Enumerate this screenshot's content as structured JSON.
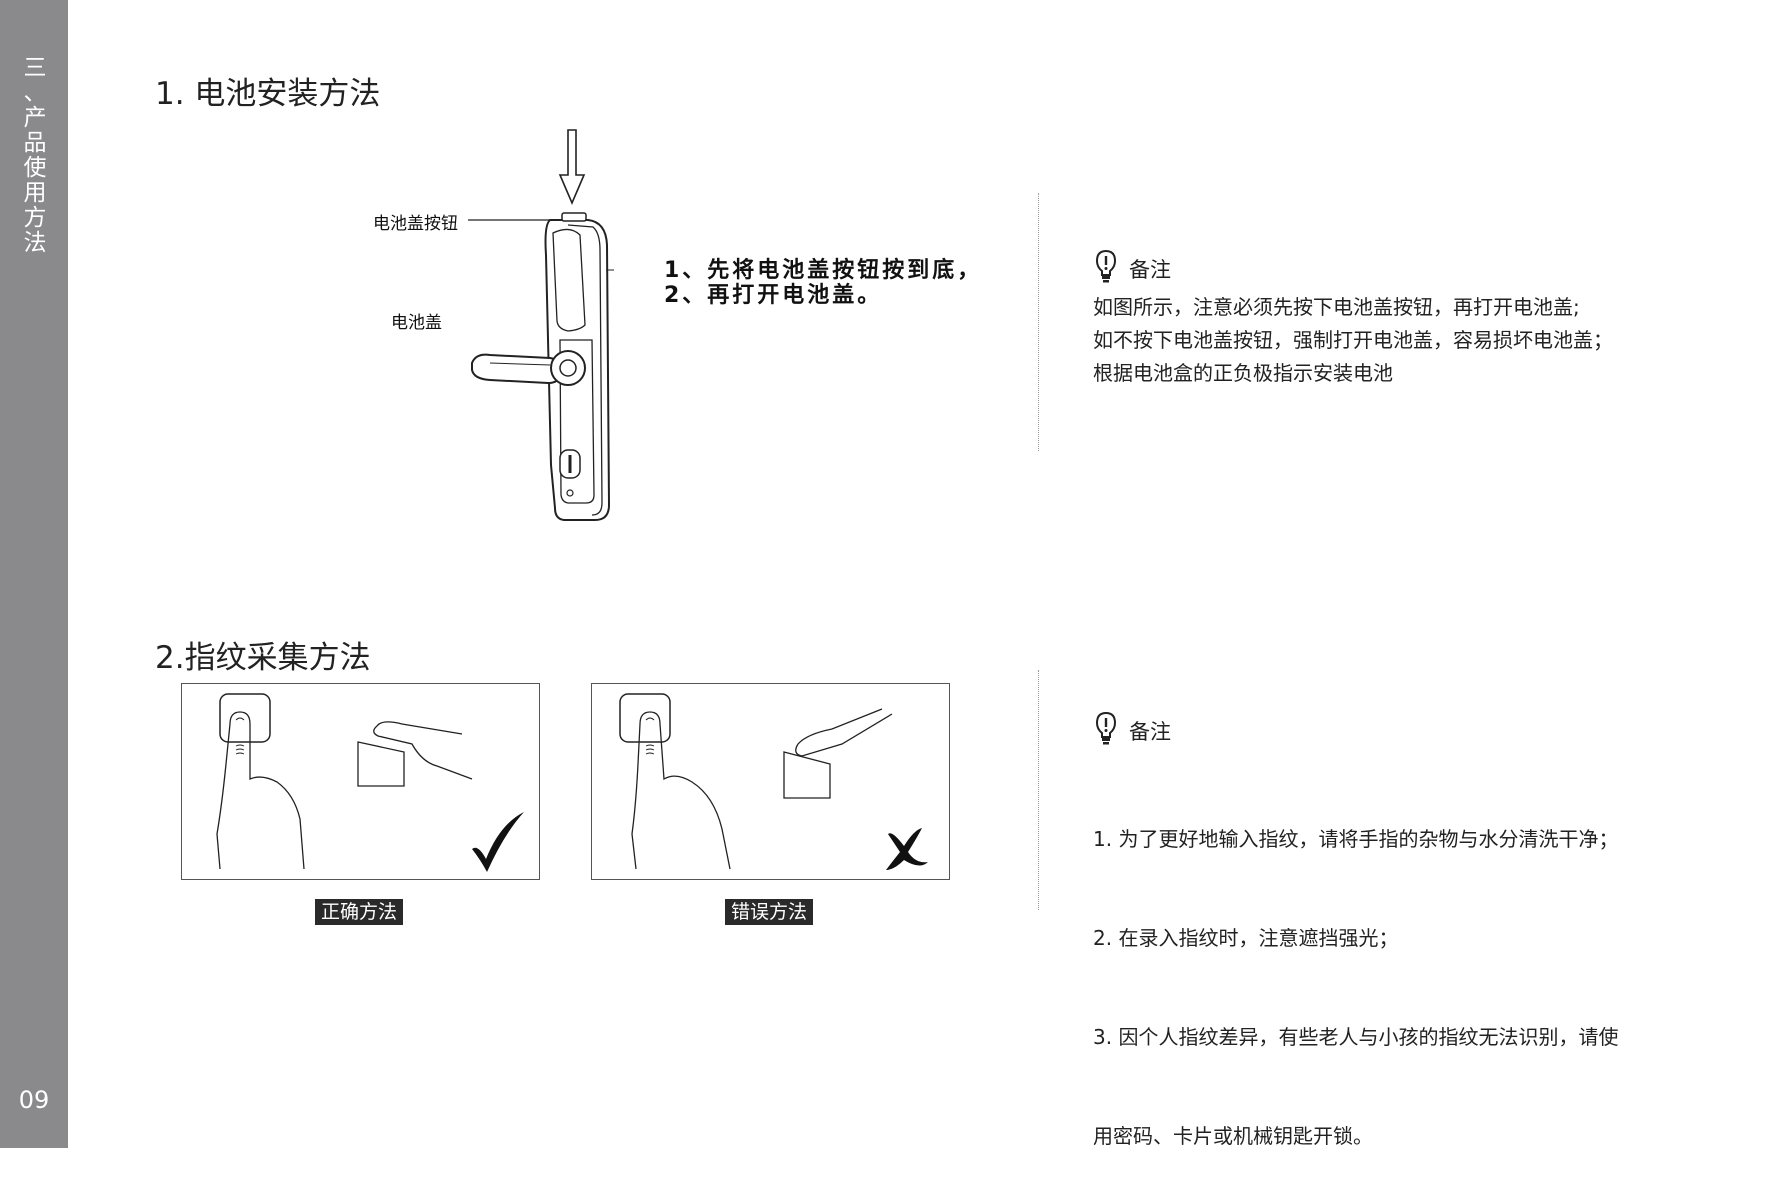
{
  "sidebar": {
    "section_chars": [
      "三",
      "、",
      "产",
      "品",
      "使",
      "用",
      "方",
      "法"
    ],
    "page_number": "09",
    "color": "#8a8a8c"
  },
  "battery": {
    "title": "1. 电池安装方法",
    "label_button": "电池盖按钮",
    "label_cover": "电池盖",
    "steps": [
      "1、先将电池盖按钮按到底，",
      "2、再打开电池盖。"
    ],
    "note_title": "备注",
    "note_lines": [
      "如图所示，注意必须先按下电池盖按钮，再打开电池盖;",
      "如不按下电池盖按钮，强制打开电池盖，容易损坏电池盖；",
      "根据电池盒的正负极指示安装电池"
    ]
  },
  "fingerprint": {
    "title": "2.指纹采集方法",
    "caption_correct": "正确方法",
    "caption_wrong": "错误方法",
    "note_title": "备注",
    "note_lines": [
      "1. 为了更好地输入指纹，请将手指的杂物与水分清洗干净；",
      "2. 在录入指纹时，注意遮挡强光；",
      "3. 因个人指纹差异，有些老人与小孩的指纹无法识别，请使",
      "   用密码、卡片或机械钥匙开锁。"
    ]
  }
}
